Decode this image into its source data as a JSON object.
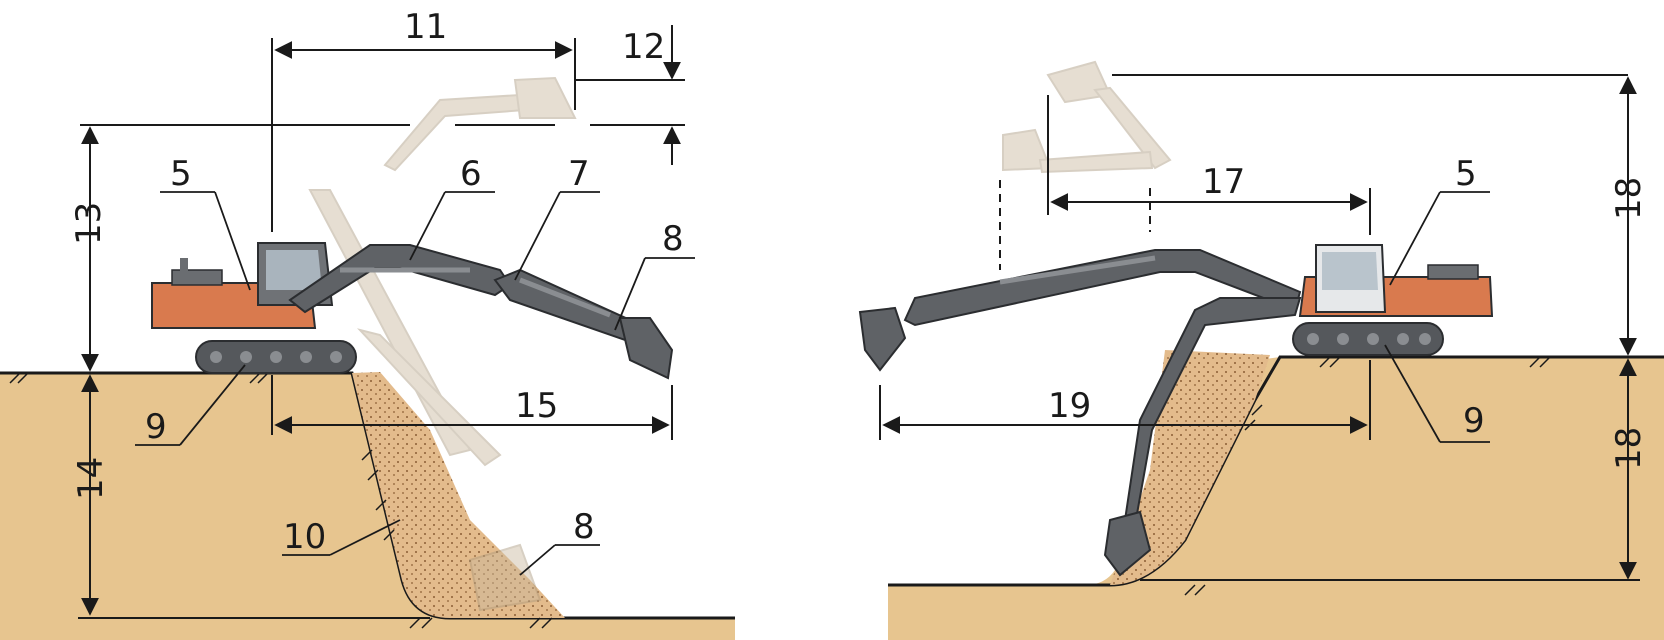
{
  "left_scene": {
    "callouts": {
      "dim_reach_top": "11",
      "dim_step": "12",
      "dim_height": "13",
      "dim_depth": "14",
      "dim_reach_ground": "15",
      "cab": "5",
      "boom": "6",
      "stick": "7",
      "bucket": "8",
      "bucket_ghost": "8",
      "tracks": "9",
      "spoil": "10"
    }
  },
  "right_scene": {
    "callouts": {
      "dim_reach_top": "17",
      "dim_height_top": "18",
      "dim_height_bottom": "18",
      "dim_reach_ground": "19",
      "cab": "5",
      "tracks": "9"
    }
  },
  "colors": {
    "soil": "#e7c58f",
    "soil_dark": "#c9a46a",
    "spoil": "#e2b98a",
    "body_orange": "#d97a4e",
    "steel": "#5f6266",
    "steel_light": "#8a8d91",
    "ghost": "#c9b89c"
  }
}
